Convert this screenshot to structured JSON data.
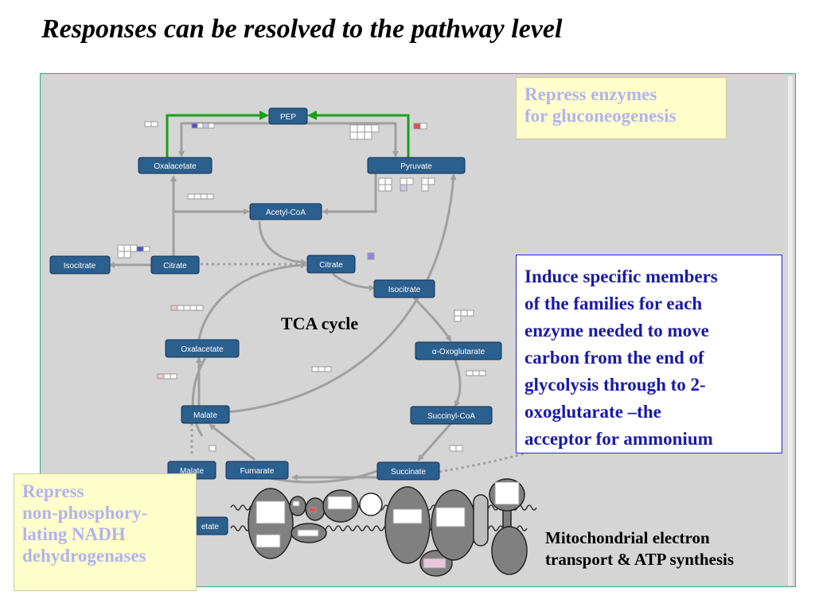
{
  "title": "Responses can be resolved to the pathway level",
  "nodes": {
    "pep": "PEP",
    "oxalacetate_top": "Oxalacetate",
    "pyruvate": "Pyruvate",
    "acetyl_coa": "Acetyl-CoA",
    "isocitrate_left": "Isocitrate",
    "citrate_left": "Citrate",
    "citrate_right": "Citrate",
    "isocitrate_right": "Isocitrate",
    "oxalacetate_mid": "Oxalacetate",
    "oxoglutarate": "α-Oxoglutarate",
    "malate_mid": "Malate",
    "succinyl_coa": "Succinyl-CoA",
    "malate_low": "Malate",
    "fumarate": "Fumarate",
    "succinate": "Succinate",
    "partial_low": "etate"
  },
  "labels": {
    "tca_cycle": "TCA cycle",
    "mito_line1": "Mitochondrial electron",
    "mito_line2": "transport & ATP synthesis"
  },
  "notes": {
    "gluco_line1": "Repress enzymes",
    "gluco_line2": "for gluconeogenesis",
    "induce_line1": "Induce specific members",
    "induce_line2": "of the families for each",
    "induce_line3": "enzyme needed to move",
    "induce_line4": "carbon from the end of",
    "induce_line5": "glycolysis through to 2-",
    "induce_line6": "oxoglutarate –the",
    "induce_line7": "acceptor for ammonium",
    "repress_line1": "Repress",
    "repress_line2": "non-phosphory-",
    "repress_line3": "lating NADH",
    "repress_line4": "dehydrogenases"
  },
  "colors": {
    "node_fill": "#2b5f8e",
    "arrow": "#a0a0a0",
    "gluco_arrow": "#1aa01a",
    "panel_bg": "#d5d5d5",
    "note_text_pale": "#b3b3ee",
    "note_text_blue": "#1a1aa6",
    "highlight_red": "#e05050",
    "highlight_blue": "#5050d0"
  }
}
